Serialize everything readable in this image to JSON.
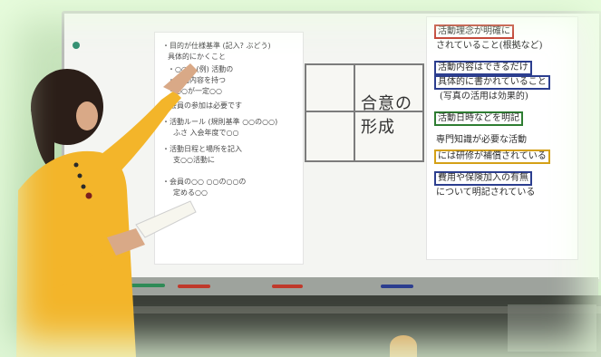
{
  "left_sheet_lines": [
    "・目的が仕様基準 (記入? ぶどう)",
    "具体的にかくこと",
    "・○○○ (例) 活動の",
    "・活動内容を持つ",
    "・○○が一定○○",
    "",
    "・会員の参加は必要です",
    "・活動ルール (規則基準 ○○の○○)",
    "ふさ 入会年度で○○",
    "",
    "・活動日程と場所を記入",
    "支○○活動に",
    "",
    "・会員の○○ ○○の○○の",
    "定める○○"
  ],
  "mid_sheet_text": "合意の 形成",
  "right_sheet": [
    {
      "text": "活動理念が明確に",
      "box_color": "#c0392b"
    },
    {
      "text": "されていること(根拠など)",
      "box_color": null
    },
    {
      "text": "活動内容はできるだけ",
      "box_color": "#2c3e8f"
    },
    {
      "text": "具体的に書かれていること",
      "box_color": "#2c3e8f"
    },
    {
      "text": "(写真の活用は効果的)",
      "box_color": null
    },
    {
      "text": "活動日時などを明記",
      "box_color": "#2e7d32"
    },
    {
      "text": "専門知識が必要な活動",
      "box_color": null
    },
    {
      "text": "には研修が補償されている",
      "box_color": "#d4a017"
    },
    {
      "text": "費用や保険加入の有無",
      "box_color": "#2c3e8f"
    },
    {
      "text": "について明記されている",
      "box_color": null
    }
  ],
  "colors": {
    "shirt": "#f3b52a",
    "hair": "#2b1e18",
    "board": "#f4f5f2",
    "background": "#cfe9c4"
  }
}
